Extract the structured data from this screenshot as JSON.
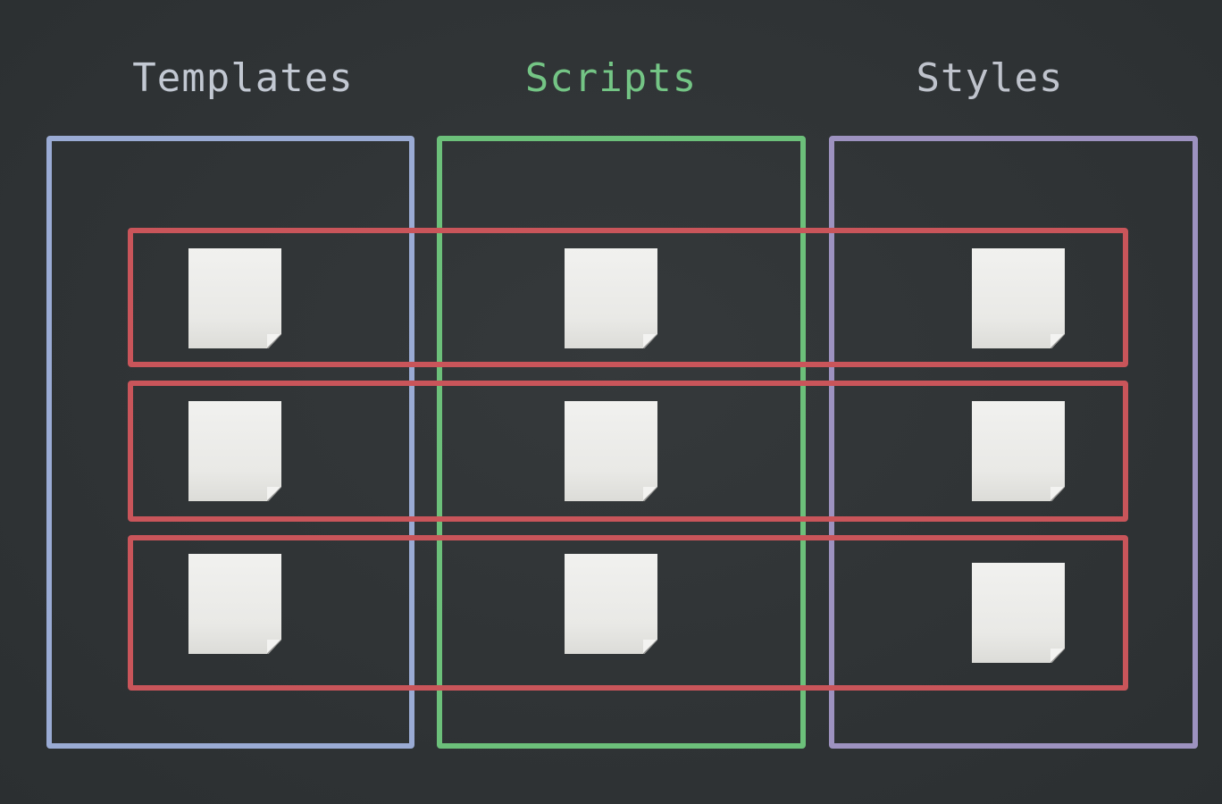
{
  "columns": [
    {
      "label": "Templates",
      "color": "#9aabd4"
    },
    {
      "label": "Scripts",
      "color": "#6cc07a"
    },
    {
      "label": "Styles",
      "color": "#9d92c0"
    }
  ],
  "label_colors": {
    "Templates": "#c2c8d2",
    "Scripts": "#74c585",
    "Styles": "#bfc3cc"
  },
  "row_group_color": "#c9555a",
  "rows": [
    {
      "files": [
        "file-icon",
        "file-icon",
        "file-icon"
      ]
    },
    {
      "files": [
        "file-icon",
        "file-icon",
        "file-icon"
      ]
    },
    {
      "files": [
        "file-icon",
        "file-icon",
        "file-icon"
      ]
    }
  ]
}
